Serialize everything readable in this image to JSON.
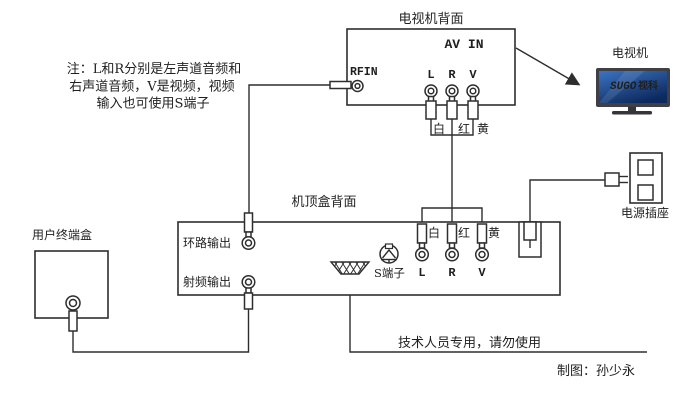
{
  "note": {
    "line1": "注：L和R分别是左声道音频和",
    "line2": "右声道音频，V是视频，视频",
    "line3": "输入也可使用S端子"
  },
  "tv_panel": {
    "title": "电视机背面",
    "av_in": "AV IN",
    "rfin": "RFIN",
    "jacks": [
      "L",
      "R",
      "V"
    ],
    "plugs": [
      "白",
      "红",
      "黄"
    ]
  },
  "tv": {
    "label": "电视机",
    "brand": "SUGO",
    "brand2": "视科"
  },
  "stb": {
    "title": "机顶盒背面",
    "loop_out": "环路输出",
    "rf_out": "射频输出",
    "s_terminal": "S端子",
    "jacks": [
      "L",
      "R",
      "V"
    ],
    "plugs": [
      "白",
      "红",
      "黄"
    ]
  },
  "outlet": {
    "label": "电源插座"
  },
  "terminal_box": {
    "label": "用户终端盒"
  },
  "footer": {
    "tech_note": "技术人员专用，请勿使用",
    "credit": "制图：孙少永"
  },
  "colors": {
    "line": "#2e2e2e",
    "screen_top": "#3b74c4",
    "screen_bottom": "#0d2a5e",
    "bezel": "#3f4046"
  }
}
